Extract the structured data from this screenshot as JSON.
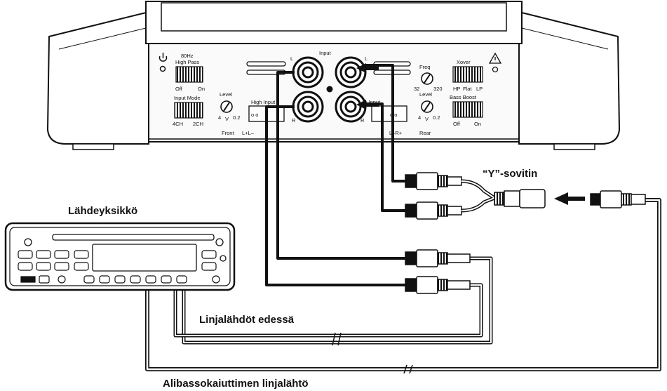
{
  "labels": {
    "y_adapter": "“Y”-sovitin",
    "source_unit": "Lähdeyksikkö",
    "front_outputs": "Linjalähdöt edessä",
    "sub_output": "Alibassokaiuttimen linjalähtö"
  },
  "amp": {
    "input": "Input",
    "hz80": "80Hz",
    "high_pass": "High Pass",
    "off": "Off",
    "on": "On",
    "input_mode": "Input Mode",
    "ch4": "4CH",
    "ch2": "2CH",
    "level": "Level",
    "four": "4",
    "v": "V",
    "v02": "0.2",
    "high_input": "High Input",
    "front": "Front",
    "rear": "Rear",
    "l_plus": "L+L–",
    "r_plus": "L–R+",
    "l": "L",
    "r": "R",
    "freq": "Freq",
    "f32": "32",
    "f320": "320",
    "xover": "Xover",
    "hp": "HP",
    "flat": "Flat",
    "lp": "LP",
    "bass_boost": "Bass Boost",
    "bb_off": "Off",
    "bb_on": "On"
  },
  "colors": {
    "line": "#111111",
    "fill": "#ffffff",
    "panel": "#f4f4f4"
  },
  "icons": [
    "power-icon",
    "warning-icon",
    "arrow-left-icon"
  ]
}
